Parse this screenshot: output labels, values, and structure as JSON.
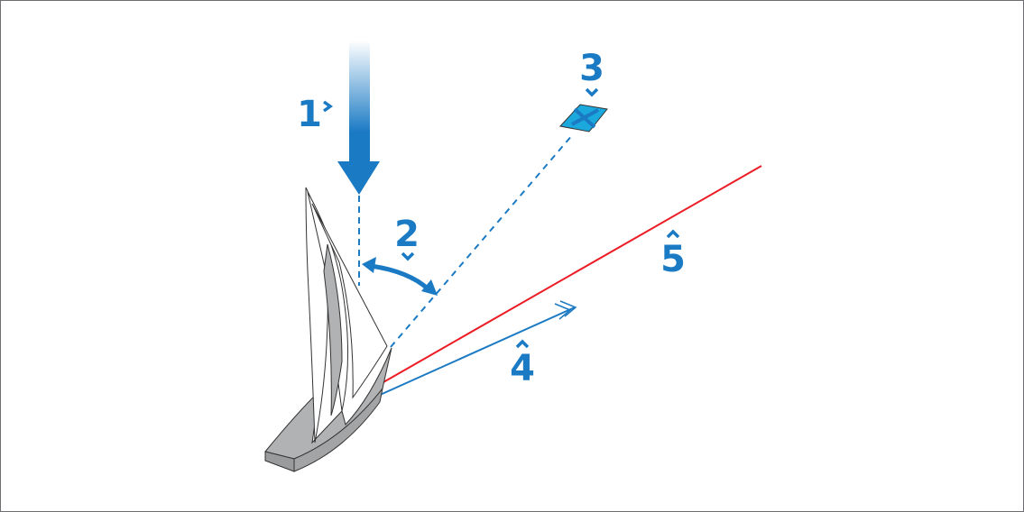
{
  "labels": {
    "wind": "1",
    "angle": "2",
    "waypoint": "3",
    "course_over_ground": "4",
    "heading": "5"
  },
  "colors": {
    "accent_blue": "#1a7ac4",
    "waypoint_fill": "#1ba8dc",
    "heading_red": "#ed1c24",
    "hull_gray": "#b1b2b4"
  }
}
